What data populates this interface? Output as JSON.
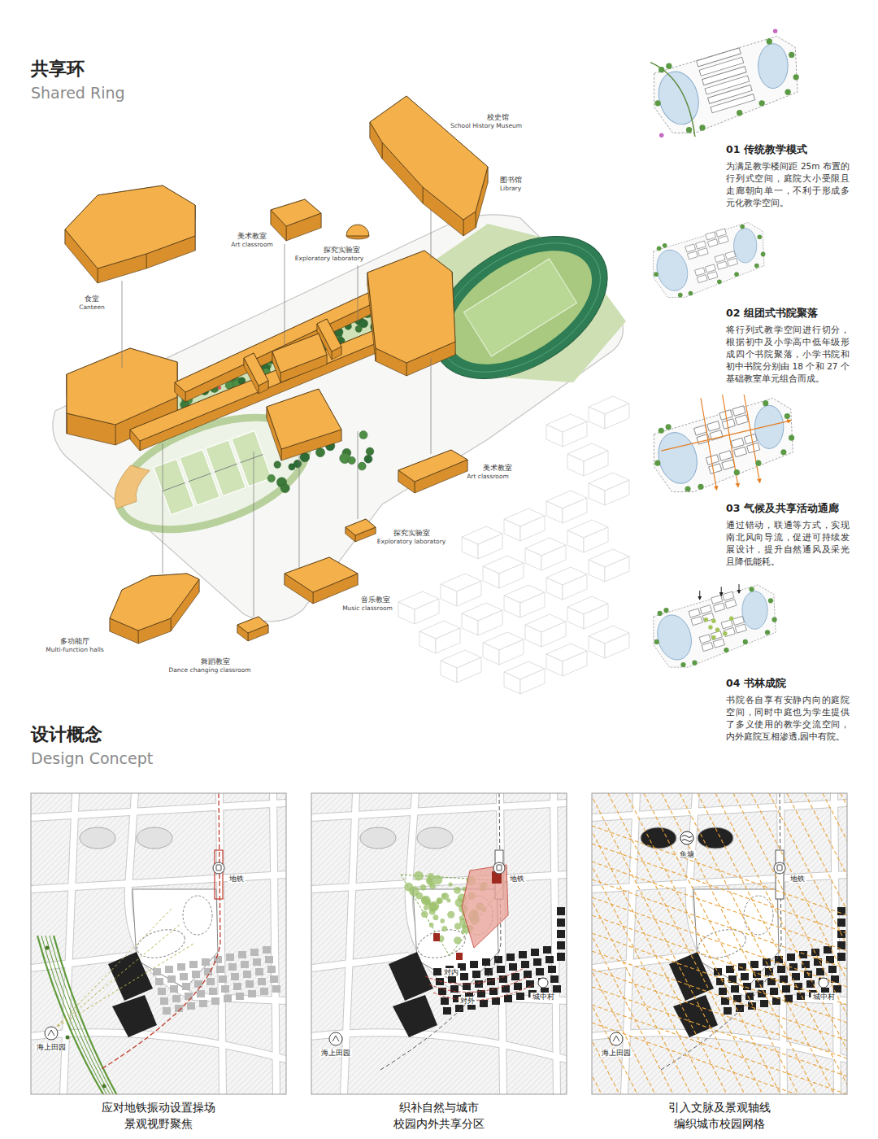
{
  "diagram": {
    "title": "共享环",
    "nodes": [
      {
        "text": [
          "01 传统教学模式",
          "为满足教学楼间距 25m 布置的行列式空间，庭院大小受限且走廊朝向单一，不利于形成多元化教学空间。"
        ]
      },
      {
        "text": [
          "02 组团式书院聚落",
          "将行列式教学空间进行切分，根据初中及小学高中低年级形成四个书院聚落，小学书院和初中书院分别由 18 个和 27 个基础教室单元组合而成。"
        ]
      },
      {
        "text": [
          "03 气候及共享活动通廊",
          "通过错动，联通等方式，实现南北风向导流，促进可持续发展设计，提升自然通风及采光且降低能耗。"
        ]
      },
      {
        "text": [
          "04 书林成院",
          "书院各自享有安静内向的庭院空间，同时中庭也为学生提供了多义使用的教学交流空间，内外庭院互相渗透,园中有院。"
        ]
      },
      {
        "text": [
          "应对地铁振动设置操场 景观视野聚焦"
        ]
      },
      {
        "text": [
          "织补自然与城市 校园内外共享分区"
        ]
      },
      {
        "text": [
          "引入文脉及景观轴线 编织城市校园网格"
        ]
      }
    ],
    "labels": [
      "Shared Ring",
      "校史馆",
      "School History Museum",
      "图书馆",
      "Library",
      "美术教室",
      "Art classroom",
      "探究实验室",
      "Exploratory laboratory",
      "食堂",
      "Canteen",
      "美术教室",
      "Art classroom",
      "探究实验室",
      "Exploratory laboratory",
      "音乐教室",
      "Music classroom",
      "多功能厅",
      "Multi-function halls",
      "舞蹈教室",
      "Dance changing classroom",
      "设计概念",
      "Design Concept",
      "地铁",
      "海上田园",
      "地铁",
      "对内",
      "对外",
      "城中村",
      "海上田园",
      "鱼塘",
      "地铁",
      "城中村",
      "海上田园"
    ]
  }
}
